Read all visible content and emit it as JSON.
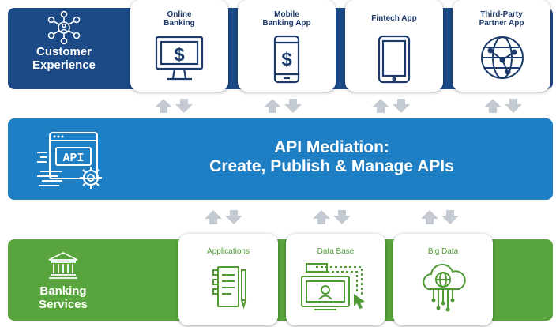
{
  "customer_experience": {
    "label_line1": "Customer",
    "label_line2": "Experience",
    "color": "#1b4a86",
    "icon": "network-hub-icon",
    "channels": [
      {
        "line1": "Online",
        "line2": "Banking",
        "icon": "monitor-dollar-icon"
      },
      {
        "line1": "Mobile",
        "line2": "Banking App",
        "icon": "smartphone-dollar-icon"
      },
      {
        "line1": "Fintech App",
        "line2": "",
        "icon": "tablet-icon"
      },
      {
        "line1": "Third-Party",
        "line2": "Partner App",
        "icon": "globe-network-icon"
      }
    ]
  },
  "api_mediation": {
    "title_line1": "API Mediation:",
    "title_line2": "Create, Publish & Manage APIs",
    "icon_text": "API",
    "color": "#1f7fc4",
    "icon": "api-gear-icon"
  },
  "banking_services": {
    "label_line1": "Banking",
    "label_line2": "Services",
    "color": "#58a53d",
    "icon": "bank-building-icon",
    "services": [
      {
        "label": "Applications",
        "icon": "document-pen-icon"
      },
      {
        "label": "Data Base",
        "icon": "database-monitor-icon"
      },
      {
        "label": "Big Data",
        "icon": "cloud-data-icon"
      }
    ]
  },
  "arrow_icon": "bidirectional-arrows-icon"
}
